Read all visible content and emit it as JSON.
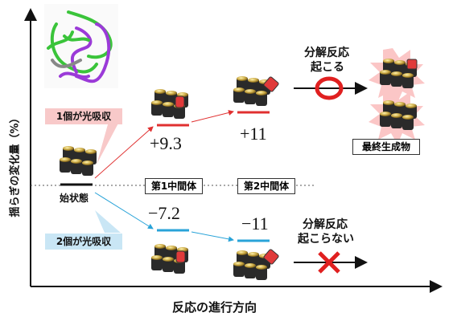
{
  "axes": {
    "y_label": "揺らぎの変化量（%）",
    "x_label": "反応の進行方向"
  },
  "nodes": {
    "initial": {
      "label": "始状態"
    },
    "intermediate1": {
      "label": "第1中間体",
      "upper_value": "+9.3",
      "lower_value": "−7.2"
    },
    "intermediate2": {
      "label": "第2中間体",
      "upper_value": "+11",
      "lower_value": "−11"
    },
    "final": {
      "label": "最終生成物"
    }
  },
  "paths": {
    "one_photon": {
      "label": "1個が光吸収",
      "color": "#e03030",
      "box_color": "#f8c9c9"
    },
    "two_photon": {
      "label": "2個が光吸収",
      "color": "#29a3d8",
      "box_color": "#c9e6f5"
    }
  },
  "outcomes": {
    "upper": {
      "text_line1": "分解反応",
      "text_line2": "起こる",
      "mark": "circle-icon"
    },
    "lower": {
      "text_line1": "分解反応",
      "text_line2": "起こらない",
      "mark": "cross-icon"
    }
  },
  "colors": {
    "cylinder_gold": "#c8a640",
    "cylinder_dark": "#2a2a2a",
    "flip_red": "#e03a3a"
  }
}
